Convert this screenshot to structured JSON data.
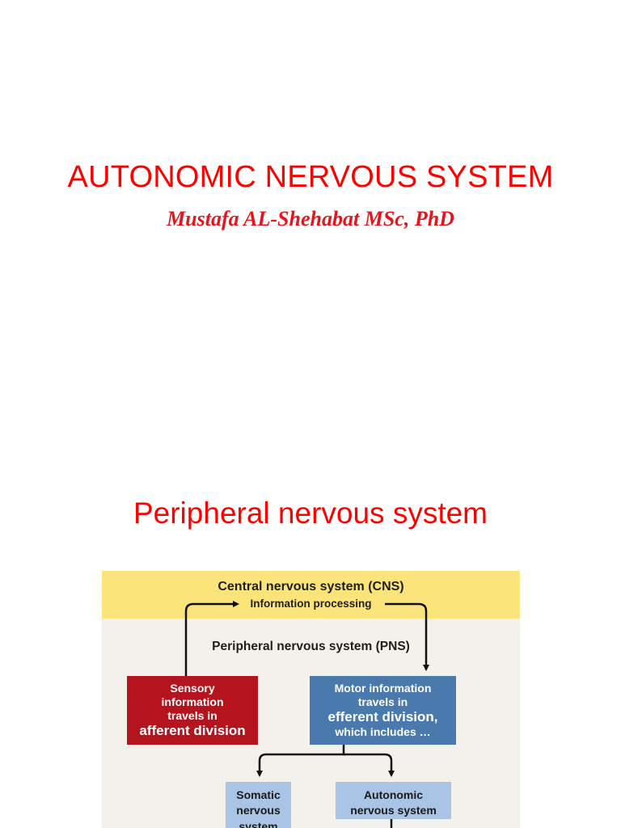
{
  "slide1": {
    "title": "AUTONOMIC NERVOUS SYSTEM",
    "subtitle": "Mustafa AL-Shehabat MSc, PhD"
  },
  "slide2": {
    "title": "Peripheral nervous system",
    "diagram": {
      "cns": "Central nervous system (CNS)",
      "processing": "Information processing",
      "pns": "Peripheral nervous system (PNS)",
      "sensory": {
        "lines": [
          "Sensory",
          "information",
          "travels in",
          "afferent division"
        ]
      },
      "motor": {
        "lines": [
          "Motor information",
          "travels in",
          "efferent division,",
          "which includes …"
        ]
      },
      "somatic": {
        "lines": [
          "Somatic",
          "nervous",
          "system"
        ]
      },
      "autonomic": {
        "lines": [
          "Autonomic",
          "nervous system"
        ]
      },
      "colors": {
        "cns_band": "#fbe47a",
        "sensory_box": "#b4141e",
        "motor_box": "#4a79ae",
        "sub_boxes": "#a9c4e4"
      }
    }
  }
}
